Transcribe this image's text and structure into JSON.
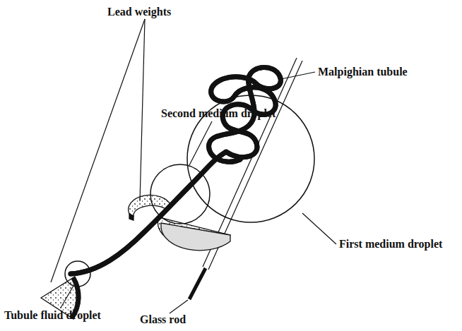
{
  "diagram": {
    "labels": [
      "Lead weights",
      "Second medium droplet",
      "Malpighian tubule",
      "First medium droplet",
      "Tubule fluid droplet",
      "Glass rod"
    ]
  }
}
